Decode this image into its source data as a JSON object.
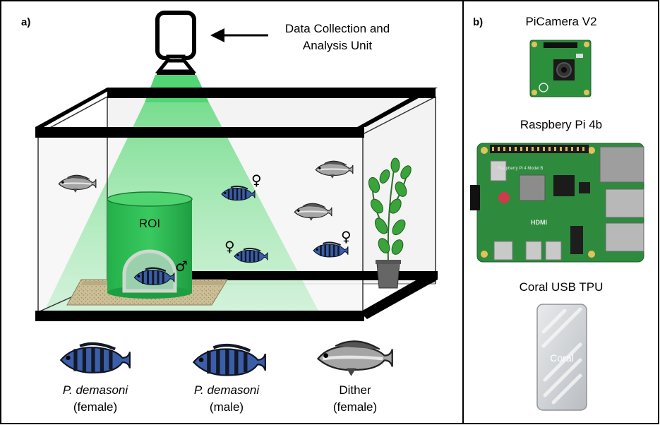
{
  "panel_a": {
    "tag": "a)",
    "unit_label_line1": "Data Collection and",
    "unit_label_line2": "Analysis Unit",
    "roi_label": "ROI",
    "female_symbol": "♀",
    "male_symbol": "♂",
    "legend": [
      {
        "name_line1": "P. demasoni",
        "name_line2": "(female)",
        "italic": true
      },
      {
        "name_line1": "P. demasoni",
        "name_line2": "(male)",
        "italic": true
      },
      {
        "name_line1": "Dither",
        "name_line2": "(female)",
        "italic": false
      }
    ]
  },
  "panel_b": {
    "tag": "b)",
    "items": [
      {
        "label": "PiCamera V2"
      },
      {
        "label": "Raspbery Pi 4b"
      },
      {
        "label": "Coral USB TPU"
      }
    ],
    "coral_logo_text": "Coral",
    "board_text": "Raspberry Pi 4 Model B",
    "hdmi_text": "HDMI"
  },
  "colors": {
    "green_light": "#7ee08f",
    "green_roi": "#1fb84a",
    "fish_blue": "#3b5ea8",
    "fish_dark": "#1b2235",
    "dither_grey": "#9a9a9a",
    "tank_frame": "#000000",
    "pcb_green": "#2e8b3e"
  }
}
